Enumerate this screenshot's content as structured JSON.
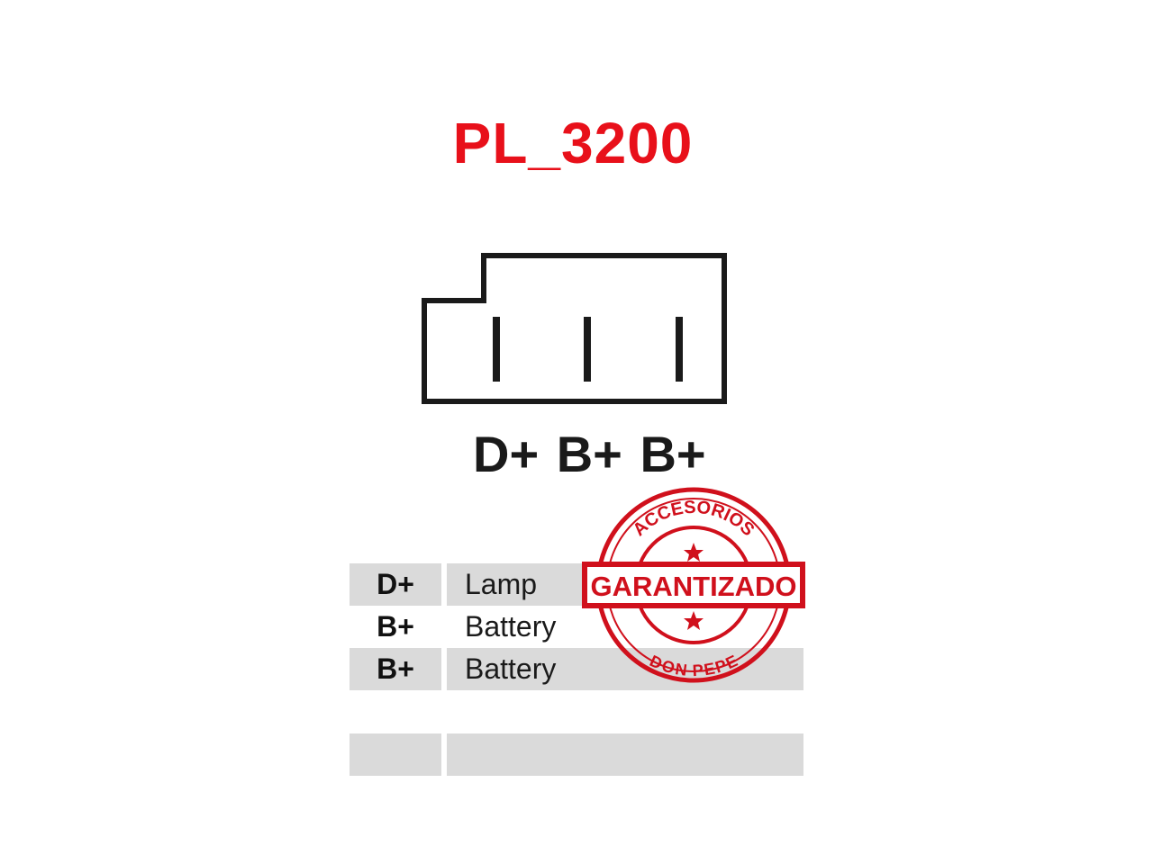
{
  "title": "PL_3200",
  "connector": {
    "pin_count": 3
  },
  "pin_labels": [
    "D+",
    "B+",
    "B+"
  ],
  "table": {
    "rows": [
      {
        "terminal": "D+",
        "function": "Lamp"
      },
      {
        "terminal": "B+",
        "function": "Battery"
      },
      {
        "terminal": "B+",
        "function": "Battery"
      },
      {
        "terminal": "",
        "function": ""
      },
      {
        "terminal": "",
        "function": ""
      }
    ]
  },
  "stamp": {
    "top_text": "ACCESORIOS",
    "banner_text": "GARANTIZADO",
    "bottom_text": "DON PEPE",
    "color": "#d0101c"
  },
  "colors": {
    "title": "#e8101a",
    "row_gray": "#dadada"
  }
}
